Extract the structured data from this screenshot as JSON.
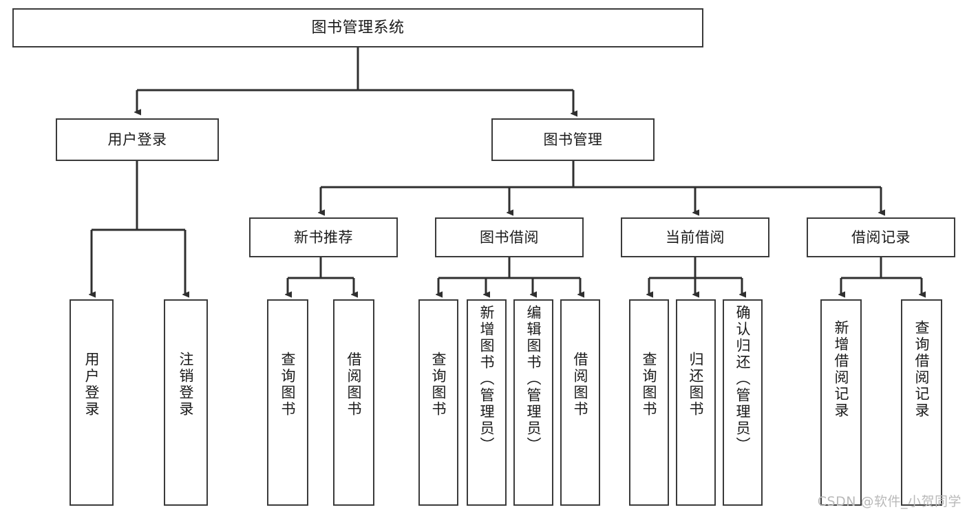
{
  "diagram": {
    "title": "图书管理系统",
    "type": "tree",
    "stroke_color": "#3a3a3a",
    "fill_color": "#ffffff",
    "text_color": "#1a1a1a",
    "nodes": {
      "root": {
        "label": "图书管理系统"
      },
      "user_login": {
        "label": "用户登录"
      },
      "book_manage": {
        "label": "图书管理"
      },
      "new_book_rec": {
        "label": "新书推荐"
      },
      "book_borrow": {
        "label": "图书借阅"
      },
      "current_borrow": {
        "label": "当前借阅"
      },
      "borrow_record": {
        "label": "借阅记录"
      },
      "leaf_user_login": {
        "label": "用户登录"
      },
      "leaf_logout": {
        "label": "注销登录"
      },
      "leaf_query_book_1": {
        "label": "查询图书"
      },
      "leaf_borrow_book_1": {
        "label": "借阅图书"
      },
      "leaf_query_book_2": {
        "label": "查询图书"
      },
      "leaf_add_book": {
        "label": "新增图书（管理员）"
      },
      "leaf_edit_book": {
        "label": "编辑图书（管理员）"
      },
      "leaf_borrow_book_2": {
        "label": "借阅图书"
      },
      "leaf_query_book_3": {
        "label": "查询图书"
      },
      "leaf_return_book": {
        "label": "归还图书"
      },
      "leaf_confirm_return": {
        "label": "确认归还（管理员）"
      },
      "leaf_add_record": {
        "label": "新增借阅记录"
      },
      "leaf_query_record": {
        "label": "查询借阅记录"
      }
    }
  },
  "watermark": {
    "text": "CSDN @软件_小贺同学"
  }
}
